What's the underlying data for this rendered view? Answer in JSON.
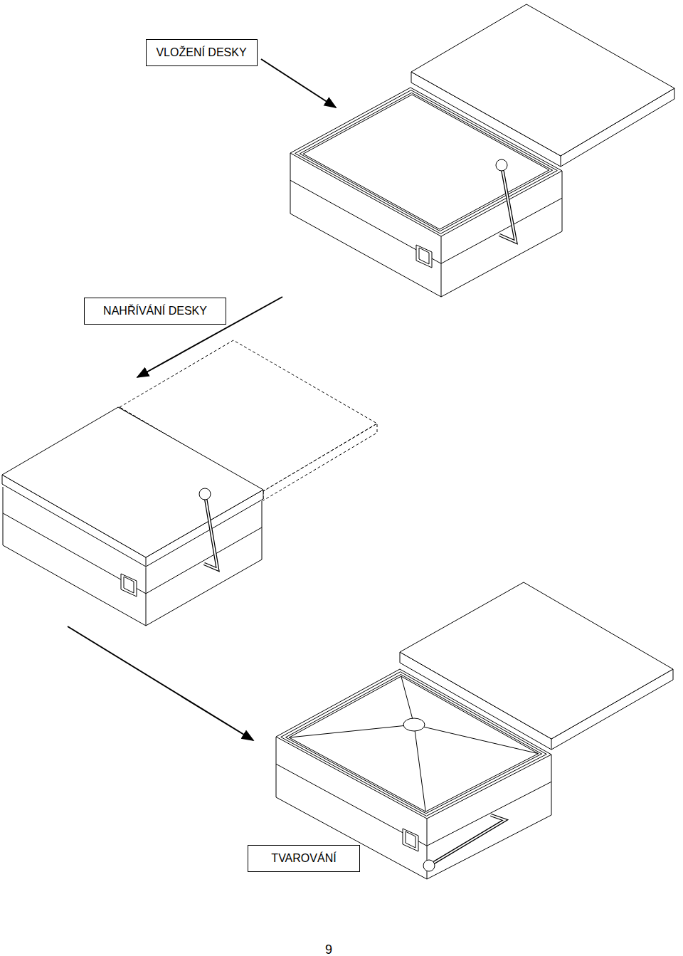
{
  "diagram": {
    "nodes": [
      {
        "text": [
          "VLOŽENÍ DESKY"
        ]
      },
      {
        "text": [
          "NAHŘÍVÁNÍ DESKY"
        ]
      },
      {
        "text": [
          "TVAROVÁNÍ"
        ]
      }
    ],
    "labels": [
      "9"
    ]
  }
}
